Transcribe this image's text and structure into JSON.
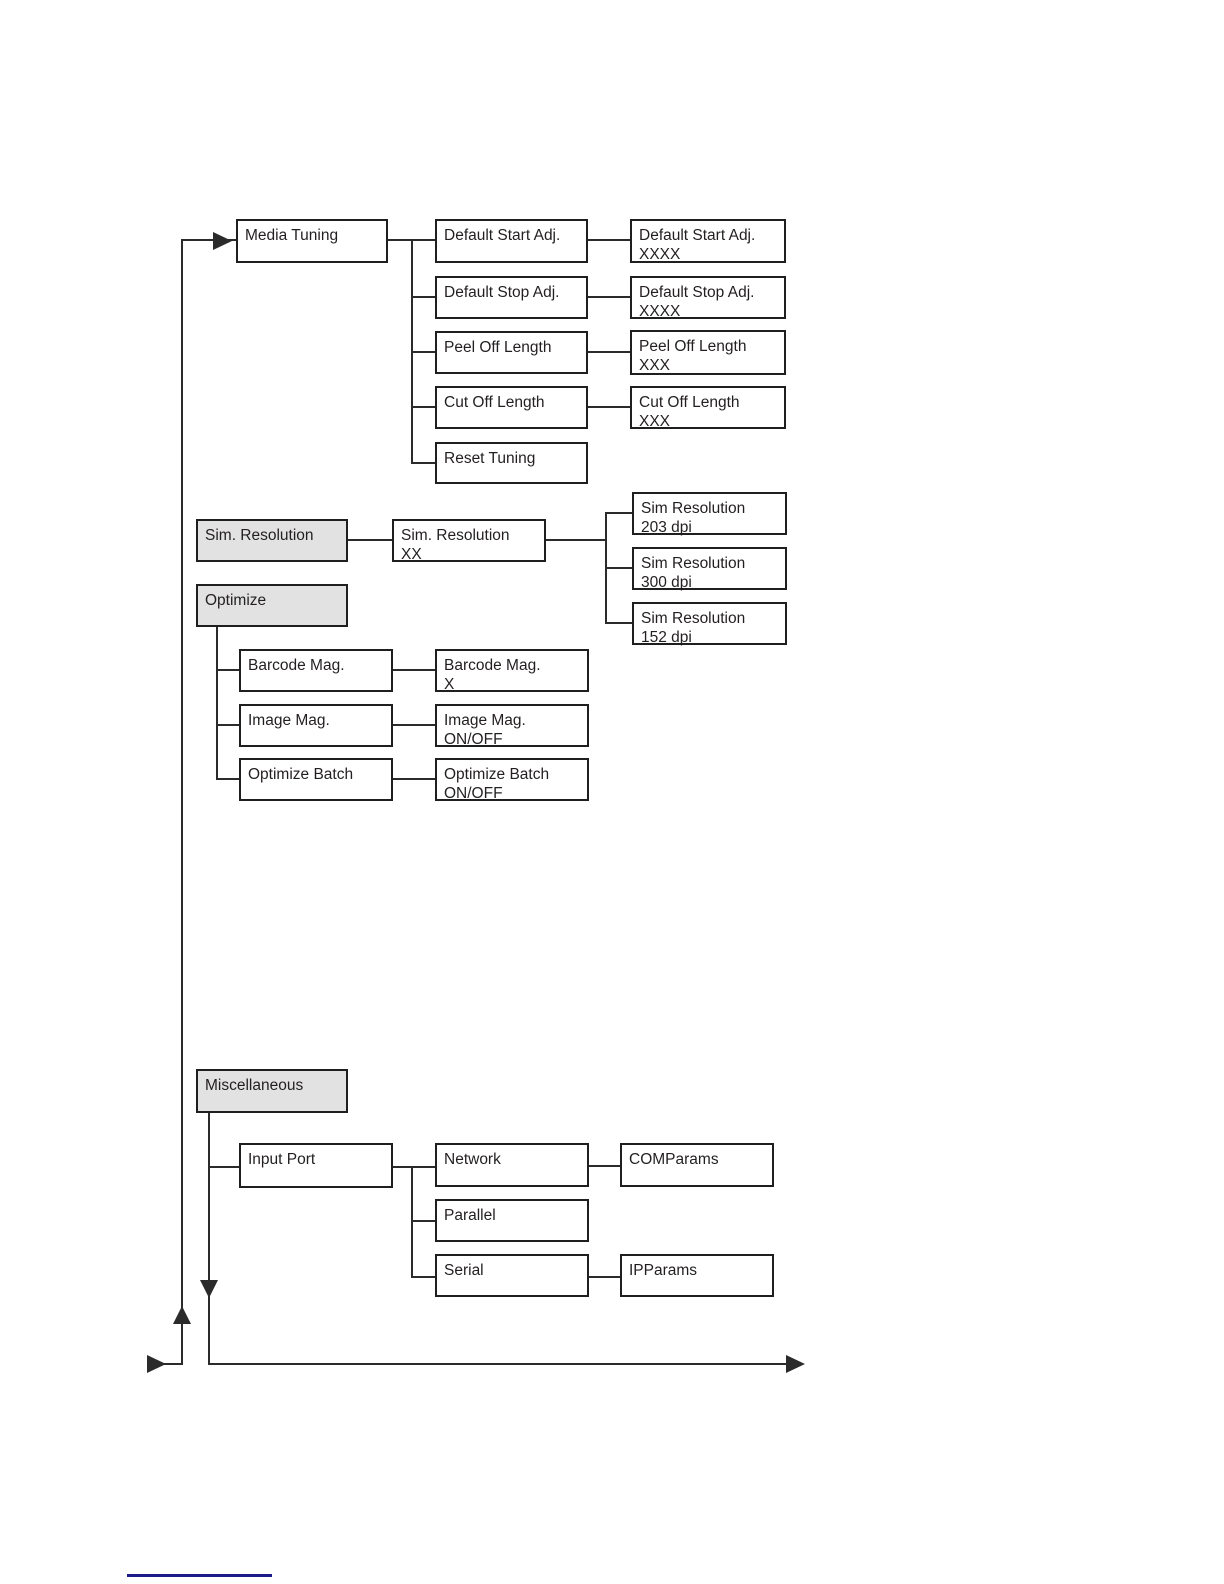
{
  "colors": {
    "box_border": "#1f1f1f",
    "box_fill_white": "#ffffff",
    "box_fill_gray": "#e2e2e2",
    "connector_line": "#2b2b2b",
    "footer_rule": "#1b1b8a",
    "text": "#231f20"
  },
  "boxes": {
    "media_tuning": {
      "label": "Media Tuning"
    },
    "default_start_adj": {
      "label": "Default Start Adj."
    },
    "default_start_adj_value": {
      "line1": "Default Start Adj.",
      "line2": "XXXX"
    },
    "default_stop_adj": {
      "label": "Default Stop Adj."
    },
    "default_stop_adj_value": {
      "line1": "Default Stop Adj.",
      "line2": "XXXX"
    },
    "peel_off_length": {
      "label": "Peel Off Length"
    },
    "peel_off_length_value": {
      "line1": "Peel Off Length",
      "line2": "XXX"
    },
    "cut_off_length": {
      "label": "Cut Off Length"
    },
    "cut_off_length_value": {
      "line1": "Cut Off Length",
      "line2": "XXX"
    },
    "reset_tuning": {
      "label": "Reset Tuning"
    },
    "sim_resolution": {
      "label": "Sim. Resolution"
    },
    "sim_resolution_value": {
      "line1": "Sim. Resolution",
      "line2": "XX"
    },
    "sim_res_203": {
      "line1": "Sim Resolution",
      "line2": "203 dpi"
    },
    "sim_res_300": {
      "line1": "Sim Resolution",
      "line2": "300 dpi"
    },
    "sim_res_152": {
      "line1": "Sim Resolution",
      "line2": "152 dpi"
    },
    "optimize": {
      "label": "Optimize"
    },
    "barcode_mag": {
      "label": "Barcode Mag."
    },
    "barcode_mag_value": {
      "line1": "Barcode Mag.",
      "line2": "X"
    },
    "image_mag": {
      "label": "Image Mag."
    },
    "image_mag_value": {
      "line1": "Image Mag.",
      "line2": "ON/OFF"
    },
    "optimize_batch": {
      "label": "Optimize Batch"
    },
    "optimize_batch_value": {
      "line1": "Optimize Batch",
      "line2": "ON/OFF"
    },
    "miscellaneous": {
      "label": "Miscellaneous"
    },
    "input_port": {
      "label": "Input Port"
    },
    "network": {
      "label": "Network"
    },
    "comparams": {
      "label": "COMParams"
    },
    "parallel": {
      "label": "Parallel"
    },
    "serial": {
      "label": "Serial"
    },
    "ipparams": {
      "label": "IPParams"
    }
  }
}
